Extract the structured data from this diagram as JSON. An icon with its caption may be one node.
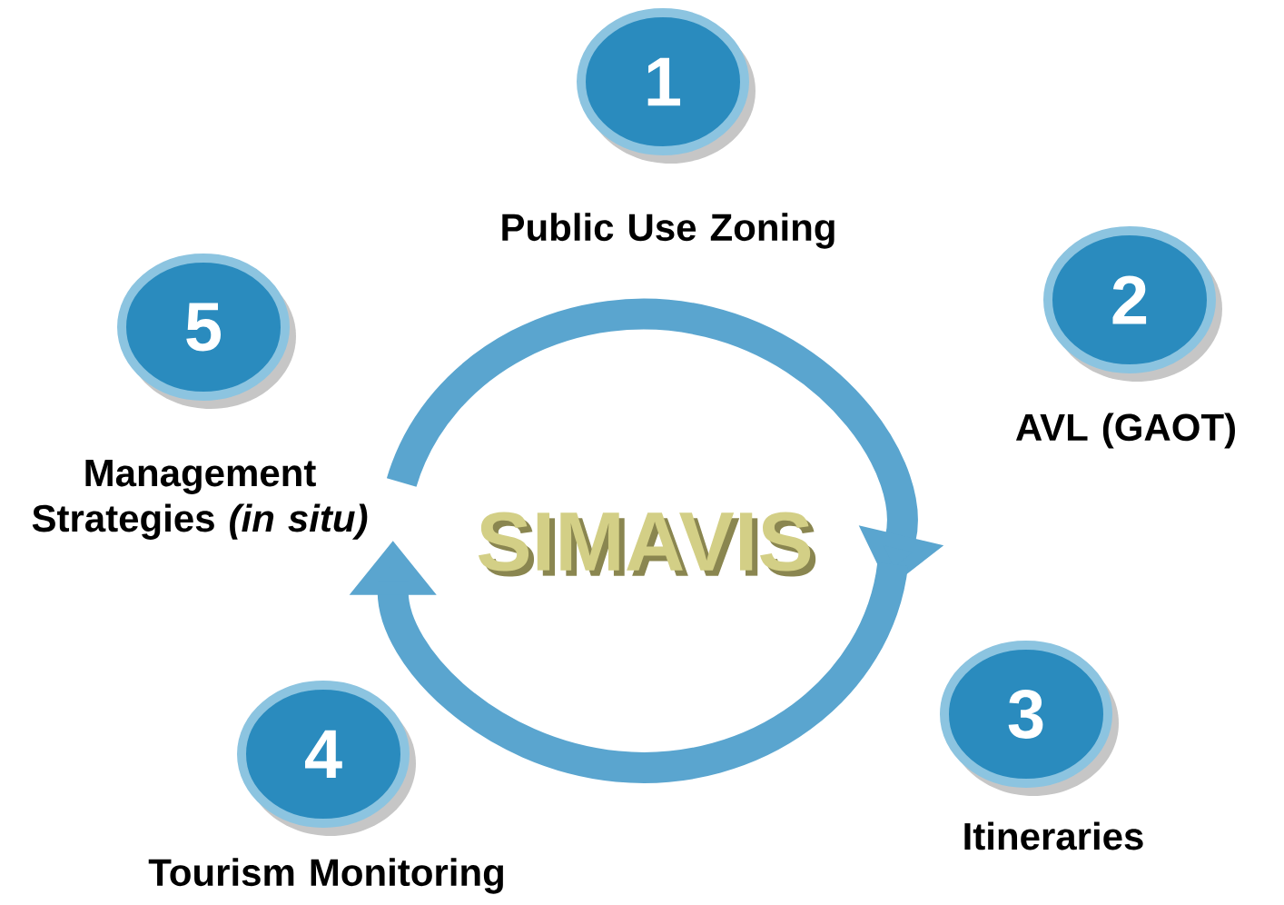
{
  "diagram": {
    "nodes": [
      {
        "text": [
          "1"
        ],
        "beside": [
          "Public Use Zoning"
        ]
      },
      {
        "text": [
          "2"
        ],
        "beside": [
          "AVL (GAOT)"
        ]
      },
      {
        "text": [
          "3"
        ],
        "beside": [
          "Itineraries"
        ]
      },
      {
        "text": [
          "4"
        ],
        "beside": [
          "Tourism Monitoring"
        ]
      },
      {
        "text": [
          "5"
        ],
        "beside": [
          "Management Strategies *(in situ)*"
        ]
      }
    ],
    "labels": [
      "SIMAVIS"
    ]
  }
}
